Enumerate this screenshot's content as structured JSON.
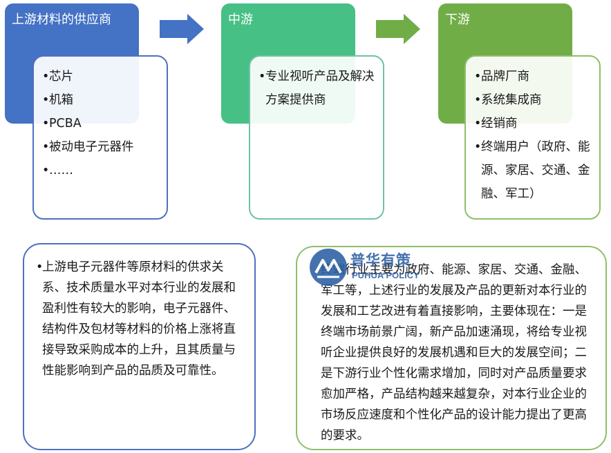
{
  "upstream": {
    "title": "上游材料的供应商",
    "items": [
      "芯片",
      "机箱",
      "PCBA",
      "被动电子元器件",
      "……"
    ],
    "note": "上游电子元器件等原材料的供求关系、技术质量水平对本行业的发展和盈利性有较大的影响，电子元器件、结构件及包材等材料的价格上涨将直接导致采购成本的上升，且其质量与性能影响到产品的品质及可靠性。"
  },
  "midstream": {
    "title": "中游",
    "items": [
      "专业视听产品及解决方案提供商"
    ]
  },
  "downstream": {
    "title": "下游",
    "items": [
      "品牌厂商",
      "系统集成商",
      "经销商",
      "终端用户（政府、能源、家居、交通、金融、军工）"
    ],
    "note": "终端行业主要为政府、能源、家居、交通、金融、军工等，上述行业的发展及产品的更新对本行业的发展和工艺改进有着直接影响，主要体现在：一是终端市场前景广阔，新产品加速涌现，将给专业视听企业提供良好的发展机遇和巨大的发展空间；二是下游行业个性化需求增加，同时对产品质量要求愈加严格，产品结构越来越复杂，对本行业企业的市场反应速度和个性化产品的设计能力提出了更高的要求。"
  },
  "watermark": {
    "name_cn": "普华有策",
    "name_en": "PUHUA POLICY"
  },
  "colors": {
    "upstream": "#4472c4",
    "midstream": "#47c086",
    "downstream": "#70ad47",
    "arrow_1": "#4472c4",
    "arrow_2": "#70ad47"
  }
}
